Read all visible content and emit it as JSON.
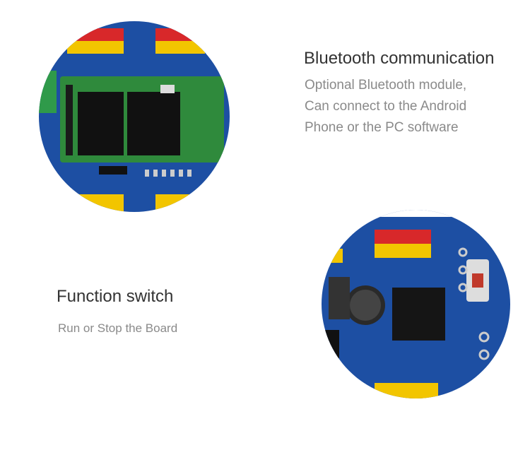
{
  "features": [
    {
      "title": "Bluetooth communication",
      "lines": [
        "Optional Bluetooth module,",
        "Can connect to the Android",
        "Phone or the PC software"
      ]
    },
    {
      "title": "Function switch",
      "lines": [
        "Run or Stop the Board"
      ]
    }
  ],
  "colors": {
    "pcb": "#1d4fa3",
    "header_red": "#d8282a",
    "header_yellow": "#f2c500",
    "module": "#2f8a3c"
  }
}
